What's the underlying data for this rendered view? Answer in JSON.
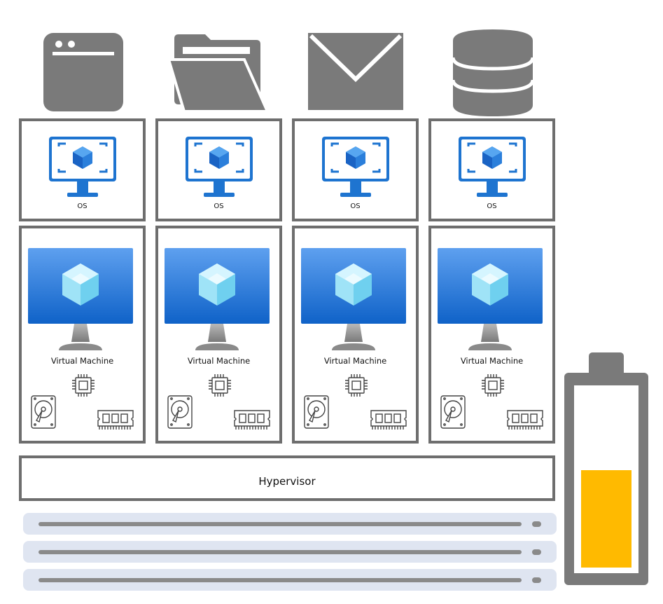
{
  "colors": {
    "border": "#6e6e6e",
    "icon_gray": "#7a7a7a",
    "azure_blue": "#1e74d0",
    "battery_fill": "#ffba00",
    "rack_bg": "#dfe5f1"
  },
  "apps": [
    {
      "icon": "browser-window-icon"
    },
    {
      "icon": "folder-icon"
    },
    {
      "icon": "mail-envelope-icon"
    },
    {
      "icon": "database-icon"
    }
  ],
  "os_label": "OS",
  "vm_label": "Virtual Machine",
  "hardware_icons": [
    "cpu-chip-icon",
    "hard-disk-icon",
    "memory-ram-icon"
  ],
  "hypervisor_label": "Hypervisor",
  "battery": {
    "icon": "battery-icon",
    "level": 0.55
  },
  "server_rack": {
    "units": 3
  }
}
